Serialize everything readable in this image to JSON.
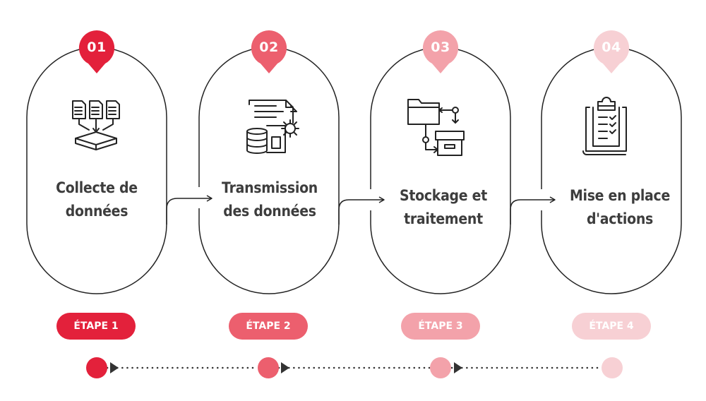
{
  "colors": {
    "step1": "#e3213b",
    "step2": "#ec5f6e",
    "step3": "#f3a2aa",
    "step4": "#f7d0d4",
    "outline": "#222222",
    "text": "#3d3d3d"
  },
  "steps": [
    {
      "number": "01",
      "line1": "Collecte de",
      "line2": "données",
      "label": "ÉTAPE 1",
      "icon": "documents-to-box-icon"
    },
    {
      "number": "02",
      "line1": "Transmission",
      "line2": "des données",
      "label": "ÉTAPE 2",
      "icon": "document-database-gear-icon"
    },
    {
      "number": "03",
      "line1": "Stockage et",
      "line2": "traitement",
      "label": "ÉTAPE 3",
      "icon": "folder-to-archive-box-icon"
    },
    {
      "number": "04",
      "line1": "Mise en place",
      "line2": "d'actions",
      "label": "ÉTAPE 4",
      "icon": "clipboard-checklist-icon"
    }
  ]
}
